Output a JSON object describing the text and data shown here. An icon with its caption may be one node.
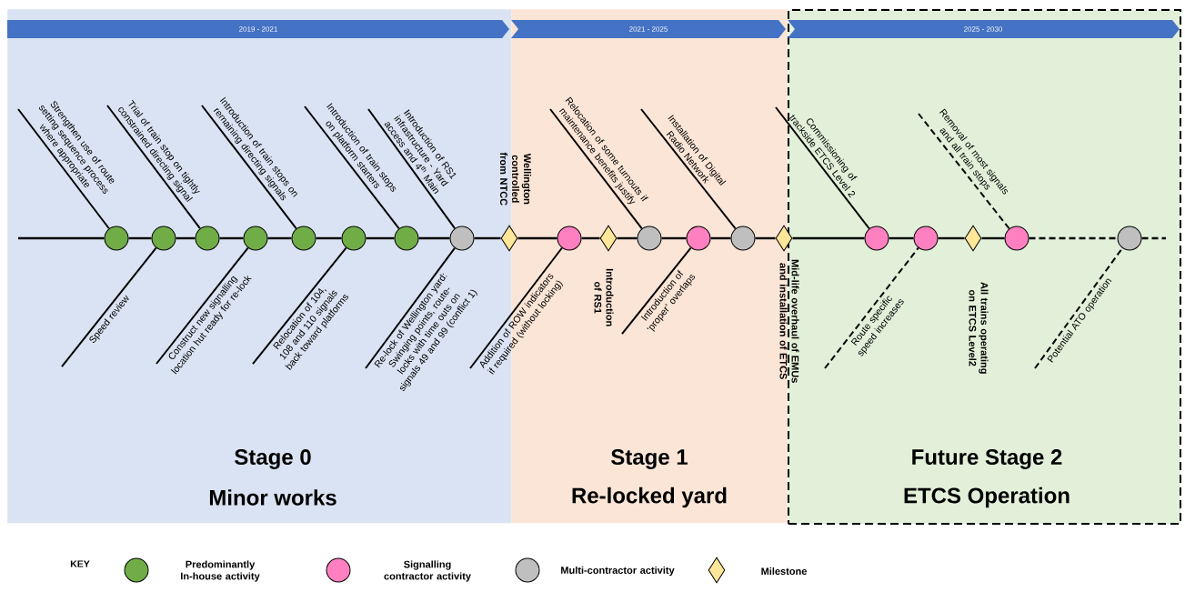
{
  "diagram": {
    "nodes": [
      {
        "text": [
          "Stage 0",
          "Minor works"
        ]
      },
      {
        "text": [
          "Stage 1",
          "Re-locked yard"
        ]
      },
      {
        "text": [
          "Future Stage 2",
          "ETCS Operation"
        ]
      },
      {
        "text": [
          "2019 - 2021"
        ],
        "in": 0
      },
      {
        "text": [
          "2021 - 2025"
        ],
        "in": 1
      },
      {
        "text": [
          "2025 - 2030"
        ],
        "in": 2
      },
      {
        "text": [
          "Strengthen use of route setting sequence process where appropriate"
        ],
        "in": 0
      },
      {
        "text": [],
        "shape": "circle",
        "in": 0
      },
      {
        "text": [
          "Speed review"
        ],
        "in": 0
      },
      {
        "text": [],
        "shape": "circle",
        "in": 0
      },
      {
        "text": [
          "Trial of train stop on tightly constrained directing signal"
        ],
        "in": 0
      },
      {
        "text": [],
        "shape": "circle",
        "in": 0
      },
      {
        "text": [
          "Construct new signalling location hut ready for re-lock"
        ],
        "in": 0
      },
      {
        "text": [],
        "shape": "circle",
        "in": 0
      },
      {
        "text": [
          "Introduction of train stops on remaining directing signals"
        ],
        "in": 0
      },
      {
        "text": [],
        "shape": "circle",
        "in": 0
      },
      {
        "text": [
          "Relocation of 104, 108 and 110 signals back toward platforms"
        ],
        "in": 0
      },
      {
        "text": [],
        "shape": "circle",
        "in": 0
      },
      {
        "text": [
          "Introduction of train stops on platform starters"
        ],
        "in": 0
      },
      {
        "text": [],
        "shape": "circle",
        "in": 0
      },
      {
        "text": [
          "Introduction of RS1 infrastructure - Yard access and 4$^{th}$ Main"
        ],
        "in": 0
      },
      {
        "text": [
          "Re-lock of Wellington yard: Swinging points, route-locks with time outs on signals 49 and 99 (conflict 1)"
        ],
        "in": 0
      },
      {
        "text": [],
        "shape": "circle",
        "in": 0
      },
      {
        "text": [],
        "shape": "diamond",
        "beside": [
          "Wellington controlled from NTCC"
        ]
      },
      {
        "text": [
          "Addition of ROW indicators if required (without locking)"
        ]
      },
      {
        "text": [],
        "shape": "circle",
        "in": 1
      },
      {
        "text": [],
        "shape": "diamond",
        "in": 1,
        "beside": [
          "Introduction of RS1"
        ]
      },
      {
        "text": [
          "Relocation of some turnouts if maintenance benefits justify"
        ],
        "in": 1
      },
      {
        "text": [],
        "shape": "circle",
        "in": 1
      },
      {
        "text": [
          "Introduction of ‘proper’ overlaps"
        ],
        "in": 1
      },
      {
        "text": [],
        "shape": "circle",
        "in": 1
      },
      {
        "text": [
          "Installation of Digital Radio Network"
        ],
        "in": 1
      },
      {
        "text": [],
        "shape": "circle",
        "in": 1
      },
      {
        "text": [],
        "shape": "diamond",
        "beside": [
          "Mid-life overhaul of EMUs and installation of ETCS"
        ]
      },
      {
        "text": [
          "Commissioning of trackside ETCS Level 2"
        ],
        "in": 2
      },
      {
        "text": [],
        "shape": "circle",
        "in": 2
      },
      {
        "text": [
          "Route specific speed increases"
        ],
        "in": 2
      },
      {
        "text": [],
        "shape": "circle",
        "in": 2
      },
      {
        "text": [],
        "shape": "diamond",
        "in": 2,
        "beside": [
          "All trains operating on ETCS Level2"
        ]
      },
      {
        "text": [
          "Removal of most signals and all train stops"
        ],
        "in": 2
      },
      {
        "text": [],
        "shape": "circle",
        "in": 2
      },
      {
        "text": [],
        "shape": "circle",
        "in": 2
      },
      {
        "text": [
          "Potential ATO operation"
        ],
        "in": 2
      }
    ],
    "edges": [
      {
        "from": null,
        "to": 7,
        "arrow": "none"
      },
      {
        "from": 7,
        "to": 9,
        "arrow": "none"
      },
      {
        "from": 9,
        "to": 11,
        "arrow": "none"
      },
      {
        "from": 11,
        "to": 13,
        "arrow": "none"
      },
      {
        "from": 13,
        "to": 15,
        "arrow": "none"
      },
      {
        "from": 15,
        "to": 17,
        "arrow": "none"
      },
      {
        "from": 17,
        "to": 19,
        "arrow": "none"
      },
      {
        "from": 19,
        "to": 22,
        "arrow": "none"
      },
      {
        "from": 22,
        "to": 23,
        "arrow": "none"
      },
      {
        "from": 23,
        "to": 25,
        "arrow": "none"
      },
      {
        "from": 25,
        "to": 26,
        "arrow": "none"
      },
      {
        "from": 26,
        "to": 28,
        "arrow": "none"
      },
      {
        "from": 28,
        "to": 30,
        "arrow": "none"
      },
      {
        "from": 30,
        "to": 32,
        "arrow": "none"
      },
      {
        "from": 32,
        "to": 33,
        "arrow": "none"
      },
      {
        "from": 33,
        "to": 35,
        "arrow": "none"
      },
      {
        "from": 35,
        "to": 37,
        "arrow": "none"
      },
      {
        "from": 37,
        "to": 38,
        "arrow": "none"
      },
      {
        "from": 38,
        "to": 40,
        "arrow": "none"
      },
      {
        "from": 40,
        "to": 41,
        "arrow": "none",
        "style": "dashed"
      },
      {
        "from": 41,
        "to": null,
        "arrow": "none",
        "style": "dashed"
      },
      {
        "from": 6,
        "to": 7,
        "arrow": "none"
      },
      {
        "from": 8,
        "to": 9,
        "arrow": "none"
      },
      {
        "from": 10,
        "to": 11,
        "arrow": "none"
      },
      {
        "from": 12,
        "to": 13,
        "arrow": "none"
      },
      {
        "from": 14,
        "to": 15,
        "arrow": "none"
      },
      {
        "from": 16,
        "to": 17,
        "arrow": "none"
      },
      {
        "from": 18,
        "to": 19,
        "arrow": "none"
      },
      {
        "from": 20,
        "to": 22,
        "arrow": "none"
      },
      {
        "from": 21,
        "to": 22,
        "arrow": "none"
      },
      {
        "from": 24,
        "to": 25,
        "arrow": "none"
      },
      {
        "from": 27,
        "to": 28,
        "arrow": "none"
      },
      {
        "from": 29,
        "to": 30,
        "arrow": "none"
      },
      {
        "from": 31,
        "to": 32,
        "arrow": "none"
      },
      {
        "from": 34,
        "to": 35,
        "arrow": "none"
      },
      {
        "from": 36,
        "to": 37,
        "arrow": "none",
        "style": "dashed"
      },
      {
        "from": 39,
        "to": 40,
        "arrow": "none",
        "style": "dashed"
      },
      {
        "from": 42,
        "to": 41,
        "arrow": "none",
        "style": "dashed"
      }
    ],
    "labels": [
      "KEY"
    ],
    "legend": [
      {
        "text": "Predominantly In-house activity",
        "color": "#70ad47"
      },
      {
        "text": "Signalling contractor activity",
        "color": "#ff80c0"
      },
      {
        "text": "Multi-contractor activity",
        "color": "#bfbfbf"
      },
      {
        "text": "Milestone",
        "color": "#ffe699"
      }
    ]
  }
}
